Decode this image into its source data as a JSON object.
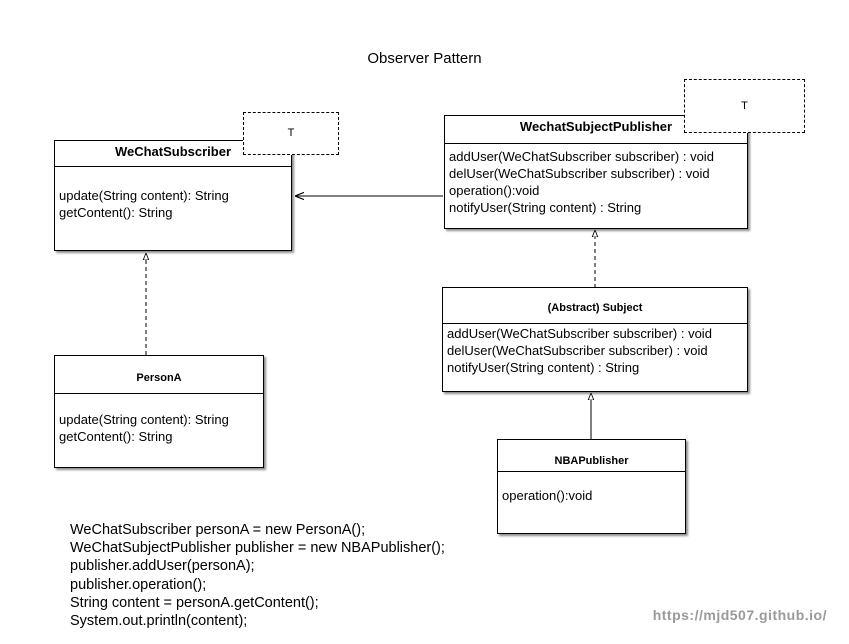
{
  "title": "Observer Pattern",
  "classes": {
    "wechat_subscriber": {
      "name": "WeChatSubscriber",
      "type_param": "T",
      "methods": [
        "update(String content): String",
        "getContent(): String"
      ]
    },
    "wechat_subject_publisher": {
      "name": "WechatSubjectPublisher",
      "type_param": "T",
      "methods": [
        "addUser(WeChatSubscriber subscriber) : void",
        "delUser(WeChatSubscriber subscriber) : void",
        "operation():void",
        "notifyUser(String content) : String"
      ]
    },
    "subject": {
      "name": "(Abstract) Subject",
      "methods": [
        "addUser(WeChatSubscriber subscriber) : void",
        "delUser(WeChatSubscriber subscriber) : void",
        "notifyUser(String content) : String"
      ]
    },
    "person_a": {
      "name": "PersonA",
      "methods": [
        "update(String content): String",
        "getContent(): String"
      ]
    },
    "nba_publisher": {
      "name": "NBAPublisher",
      "methods": [
        "operation():void"
      ]
    }
  },
  "code_lines": [
    "WeChatSubscriber personA = new PersonA();",
    "WeChatSubjectPublisher publisher = new NBAPublisher();",
    "publisher.addUser(personA);",
    "publisher.operation();",
    "String content = personA.getContent();",
    "System.out.println(content);"
  ],
  "watermark": "https://mjd507.github.io/"
}
